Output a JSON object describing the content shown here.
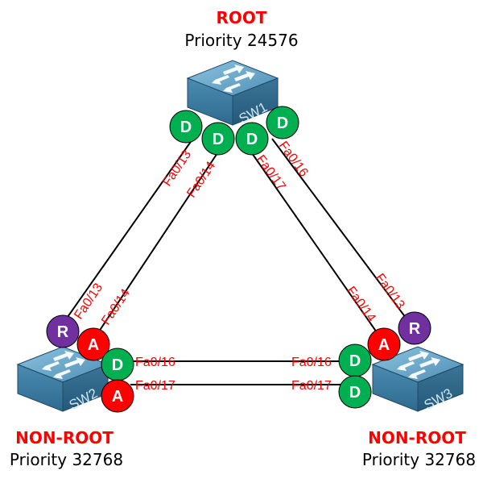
{
  "colors": {
    "root_label": "#ff0000",
    "port_label": "#ff0000",
    "designated": "#00b050",
    "alternate": "#ff0000",
    "root_port": "#7030a0",
    "link": "#000000",
    "switch_top": "#6aa6c8",
    "switch_front": "#3f7fa3",
    "switch_side": "#2e6a8c"
  },
  "switches": [
    {
      "id": "SW1",
      "name": "SW1",
      "role": "ROOT",
      "priority": "Priority 24576"
    },
    {
      "id": "SW2",
      "name": "SW2",
      "role": "NON-ROOT",
      "priority": "Priority 32768"
    },
    {
      "id": "SW3",
      "name": "SW3",
      "role": "NON-ROOT",
      "priority": "Priority 32768"
    }
  ],
  "ports": {
    "sw1": [
      {
        "iface": "Fa0/13",
        "state": "D"
      },
      {
        "iface": "Fa0/14",
        "state": "D"
      },
      {
        "iface": "Fa0/17",
        "state": "D"
      },
      {
        "iface": "Fa0/16",
        "state": "D"
      }
    ],
    "sw2": [
      {
        "iface": "Fa0/13",
        "state": "R"
      },
      {
        "iface": "Fa0/14",
        "state": "A"
      },
      {
        "iface": "Fa0/16",
        "state": "D"
      },
      {
        "iface": "Fa0/17",
        "state": "A"
      }
    ],
    "sw3": [
      {
        "iface": "Fa0/13",
        "state": "R"
      },
      {
        "iface": "Fa0/14",
        "state": "A"
      },
      {
        "iface": "Fa0/16",
        "state": "D"
      },
      {
        "iface": "Fa0/17",
        "state": "D"
      }
    ]
  },
  "links": [
    {
      "from": "SW1 Fa0/13",
      "to": "SW2 Fa0/13"
    },
    {
      "from": "SW1 Fa0/14",
      "to": "SW2 Fa0/14"
    },
    {
      "from": "SW1 Fa0/16",
      "to": "SW3 Fa0/13"
    },
    {
      "from": "SW1 Fa0/17",
      "to": "SW3 Fa0/14"
    },
    {
      "from": "SW2 Fa0/16",
      "to": "SW3 Fa0/16"
    },
    {
      "from": "SW2 Fa0/17",
      "to": "SW3 Fa0/17"
    }
  ]
}
